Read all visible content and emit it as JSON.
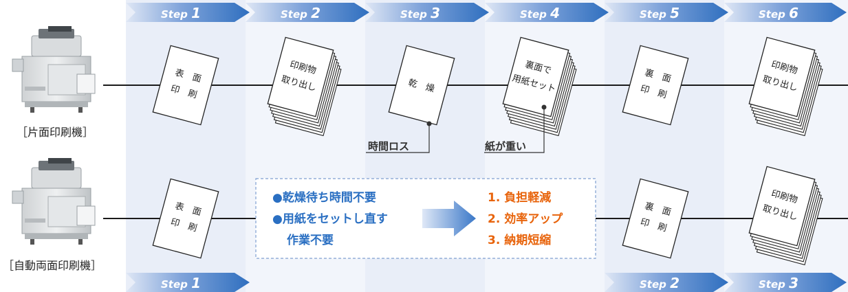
{
  "colors": {
    "accent_blue": "#2a6fc2",
    "accent_orange": "#e8640c",
    "column_tint": "#eaeff8",
    "arrow_dark": "#2f6fbf"
  },
  "top_steps": [
    {
      "word": "Step",
      "num": "1"
    },
    {
      "word": "Step",
      "num": "2"
    },
    {
      "word": "Step",
      "num": "3"
    },
    {
      "word": "Step",
      "num": "4"
    },
    {
      "word": "Step",
      "num": "5"
    },
    {
      "word": "Step",
      "num": "6"
    }
  ],
  "bottom_steps": [
    {
      "word": "Step",
      "num": "1"
    },
    {
      "word": "Step",
      "num": "2"
    },
    {
      "word": "Step",
      "num": "3"
    }
  ],
  "machines": {
    "single": "［片面印刷機］",
    "duplex": "［自動両面印刷機］"
  },
  "top_docs": [
    {
      "lines": [
        "表　面",
        "印　刷"
      ],
      "stack": false
    },
    {
      "lines": [
        "印刷物",
        "取り出し"
      ],
      "stack": true
    },
    {
      "lines": [
        "乾　燥"
      ],
      "stack": false
    },
    {
      "lines": [
        "裏面で",
        "用紙セット"
      ],
      "stack": true
    },
    {
      "lines": [
        "裏　面",
        "印　刷"
      ],
      "stack": false
    },
    {
      "lines": [
        "印刷物",
        "取り出し"
      ],
      "stack": true
    }
  ],
  "bottom_docs": [
    {
      "lines": [
        "表　面",
        "印　刷"
      ],
      "stack": false
    },
    {
      "lines": [
        "裏　面",
        "印　刷"
      ],
      "stack": false
    },
    {
      "lines": [
        "印刷物",
        "取り出し"
      ],
      "stack": true
    }
  ],
  "callouts": {
    "time_loss": "時間ロス",
    "heavy_paper": "紙が重い"
  },
  "benefits_box": {
    "left": [
      "●乾燥待ち時間不要",
      "●用紙をセットし直す",
      "作業不要"
    ],
    "right": [
      "1. 負担軽減",
      "2. 効率アップ",
      "3. 納期短縮"
    ]
  }
}
